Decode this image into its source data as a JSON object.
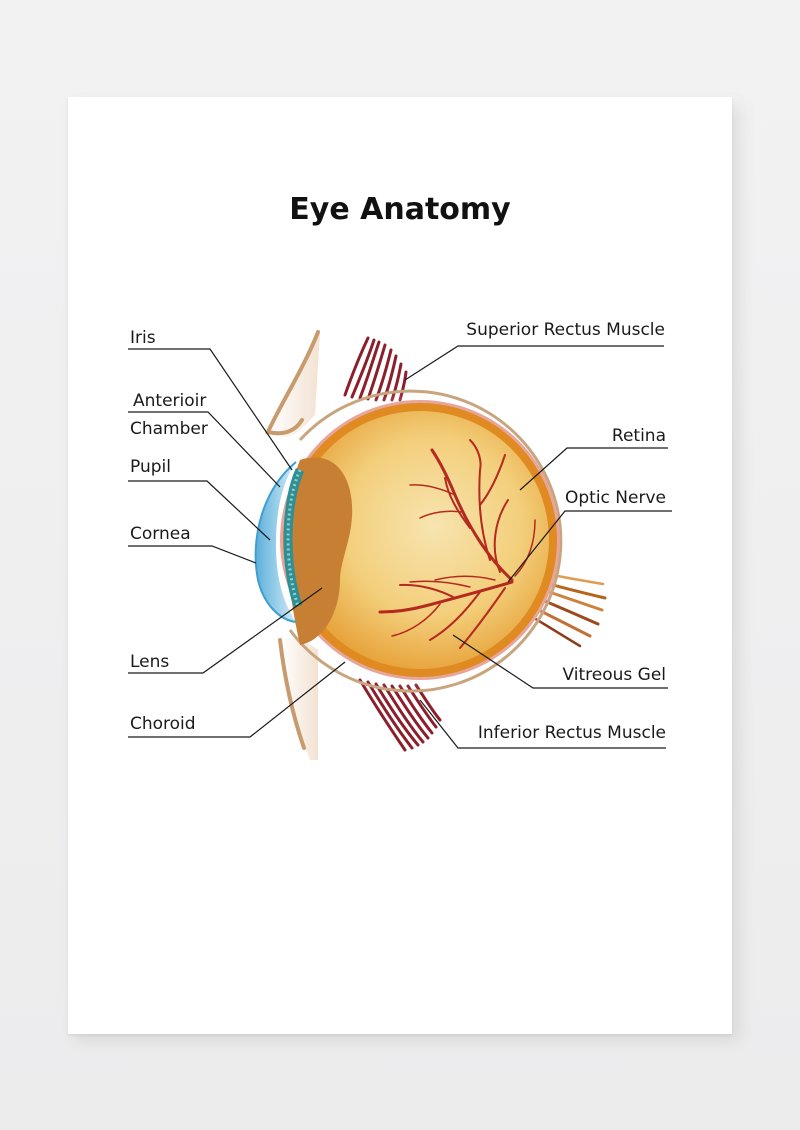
{
  "title": "Eye Anatomy",
  "labels": {
    "iris": "Iris",
    "anterior_line1": "Anterioir",
    "anterior_line2": "Chamber",
    "pupil": "Pupil",
    "cornea": "Cornea",
    "lens": "Lens",
    "choroid": "Choroid",
    "superior_rectus": "Superior Rectus Muscle",
    "retina": "Retina",
    "optic_nerve": "Optic  Nerve",
    "vitreous_gel": "Vitreous Gel",
    "inferior_rectus": "Inferior Rectus Muscle"
  },
  "colors": {
    "sclera_outline": "#c8a57f",
    "choroid_band": "#e8a59a",
    "eyeball_outer": "#e59a2e",
    "eyeball_inner": "#f6dc9c",
    "lens": "#c67f33",
    "cornea": "#7ec4e4",
    "iris": "#2f8f94",
    "muscle": "#8c1f2b",
    "vessel": "#b52a1e",
    "eyelid": "#c79b6e"
  }
}
